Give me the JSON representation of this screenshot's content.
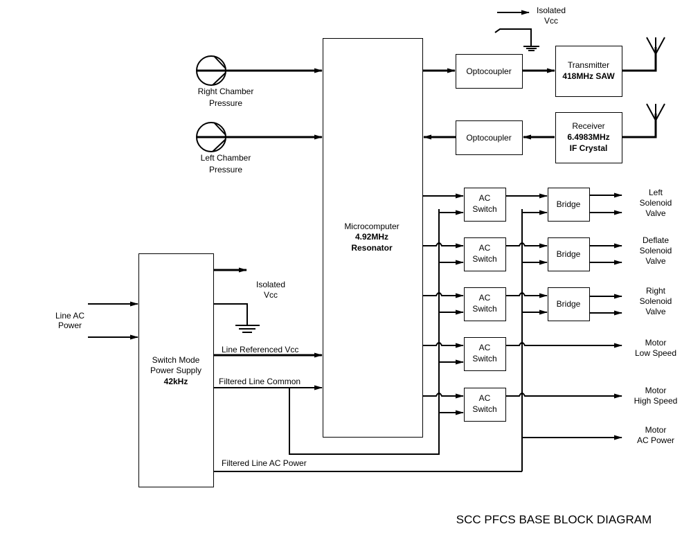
{
  "title": "SCC PFCS BASE BLOCK DIAGRAM",
  "sensors": [
    {
      "id": "right-chamber",
      "label_lines": [
        "Right Chamber",
        "Pressure"
      ]
    },
    {
      "id": "left-chamber",
      "label_lines": [
        "Left Chamber",
        "Pressure"
      ]
    }
  ],
  "microcomputer": {
    "label": "Microcomputer",
    "freq": "4.92MHz",
    "component": "Resonator"
  },
  "optocouplers": [
    {
      "label": "Optocoupler"
    },
    {
      "label": "Optocoupler"
    }
  ],
  "transmitter": {
    "label": "Transmitter",
    "detail": "418MHz SAW"
  },
  "receiver": {
    "label": "Receiver",
    "detail1": "6.4983MHz",
    "detail2": "IF Crystal"
  },
  "isolated_vcc_top": [
    "Isolated",
    "Vcc"
  ],
  "isolated_vcc_psu": [
    "Isolated",
    "Vcc"
  ],
  "power_supply": {
    "line1": "Switch Mode",
    "line2": "Power Supply",
    "freq": "42kHz"
  },
  "line_ac_power": [
    "Line AC",
    "Power"
  ],
  "psu_outputs": {
    "line_referenced_vcc": "Line Referenced Vcc",
    "filtered_line_common": "Filtered Line Common",
    "filtered_line_ac_power": "Filtered Line AC Power"
  },
  "ac_switches": [
    {
      "line1": "AC",
      "line2": "Switch"
    },
    {
      "line1": "AC",
      "line2": "Switch"
    },
    {
      "line1": "AC",
      "line2": "Switch"
    },
    {
      "line1": "AC",
      "line2": "Switch"
    },
    {
      "line1": "AC",
      "line2": "Switch"
    }
  ],
  "bridges": [
    {
      "label": "Bridge"
    },
    {
      "label": "Bridge"
    },
    {
      "label": "Bridge"
    }
  ],
  "outputs": [
    {
      "lines": [
        "Left",
        "Solenoid",
        "Valve"
      ]
    },
    {
      "lines": [
        "Deflate",
        "Solenoid",
        "Valve"
      ]
    },
    {
      "lines": [
        "Right",
        "Solenoid",
        "Valve"
      ]
    },
    {
      "lines": [
        "Motor",
        "Low Speed"
      ]
    },
    {
      "lines": [
        "Motor",
        "High Speed"
      ]
    },
    {
      "lines": [
        "Motor",
        "AC Power"
      ]
    }
  ]
}
